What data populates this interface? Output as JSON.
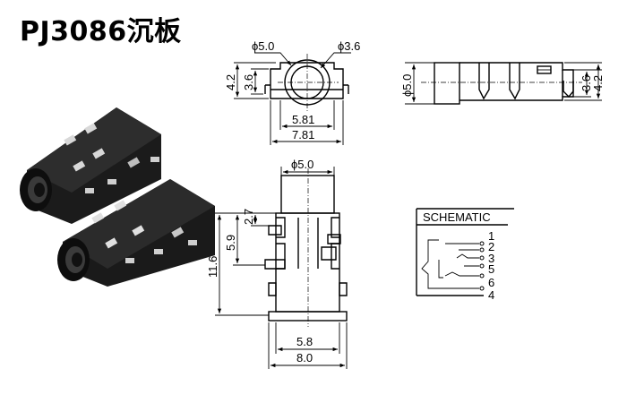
{
  "title": "PJ3086沉板",
  "front_view": {
    "outer_diameter": "ϕ5.0",
    "inner_diameter": "ϕ3.6",
    "height_outer": "4.2",
    "height_inner": "3.6",
    "width_inner": "5.81",
    "width_outer": "7.81"
  },
  "side_view": {
    "diameter": "ϕ5.0",
    "height_inner": "3.6",
    "height_outer": "4.2"
  },
  "top_view": {
    "diameter": "ϕ5.0",
    "dim_a": "2.7",
    "dim_b": "5.9",
    "length": "11.6",
    "width_inner": "5.8",
    "width_outer": "8.0"
  },
  "schematic": {
    "label": "SCHEMATIC",
    "pins": [
      "1",
      "2",
      "3",
      "5",
      "6",
      "4"
    ]
  }
}
